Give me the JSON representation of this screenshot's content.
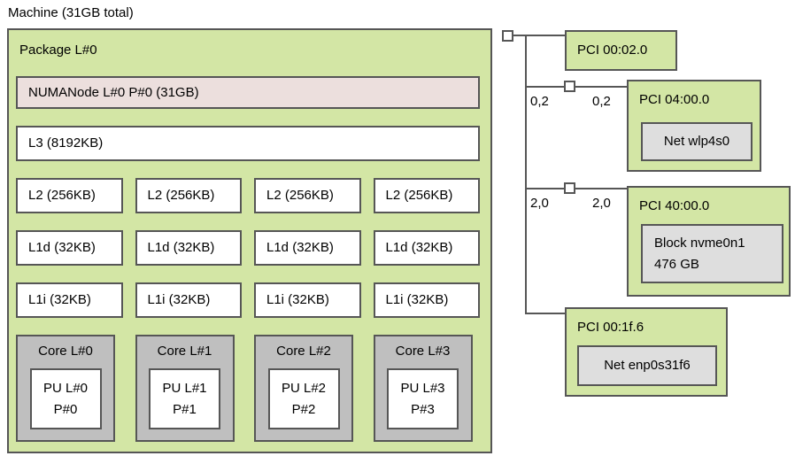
{
  "machine": {
    "title": "Machine (31GB total)"
  },
  "package": {
    "label": "Package L#0",
    "numanode": "NUMANode L#0 P#0 (31GB)",
    "l3": "L3 (8192KB)",
    "l2": [
      "L2 (256KB)",
      "L2 (256KB)",
      "L2 (256KB)",
      "L2 (256KB)"
    ],
    "l1d": [
      "L1d (32KB)",
      "L1d (32KB)",
      "L1d (32KB)",
      "L1d (32KB)"
    ],
    "l1i": [
      "L1i (32KB)",
      "L1i (32KB)",
      "L1i (32KB)",
      "L1i (32KB)"
    ],
    "cores": [
      {
        "label": "Core L#0",
        "pu_l": "PU L#0",
        "pu_p": "P#0"
      },
      {
        "label": "Core L#1",
        "pu_l": "PU L#1",
        "pu_p": "P#1"
      },
      {
        "label": "Core L#2",
        "pu_l": "PU L#2",
        "pu_p": "P#2"
      },
      {
        "label": "Core L#3",
        "pu_l": "PU L#3",
        "pu_p": "P#3"
      }
    ]
  },
  "pci": {
    "links": [
      {
        "left_label": "0,2",
        "right_label": "0,2"
      },
      {
        "left_label": "2,0",
        "right_label": "2,0"
      }
    ],
    "devices": [
      {
        "label": "PCI 00:02.0"
      },
      {
        "label": "PCI 04:00.0",
        "child": "Net wlp4s0"
      },
      {
        "label": "PCI 40:00.0",
        "child_line1": "Block nvme0n1",
        "child_line2": "476 GB"
      },
      {
        "label": "PCI 00:1f.6",
        "child": "Net enp0s31f6"
      }
    ]
  },
  "colors": {
    "package_green": "#d3e6a5",
    "numa_pink": "#ecdfdd",
    "core_gray": "#bfbfbf",
    "device_gray": "#dedede",
    "box_white": "#ffffff",
    "border": "#565656",
    "text": "#000000"
  }
}
